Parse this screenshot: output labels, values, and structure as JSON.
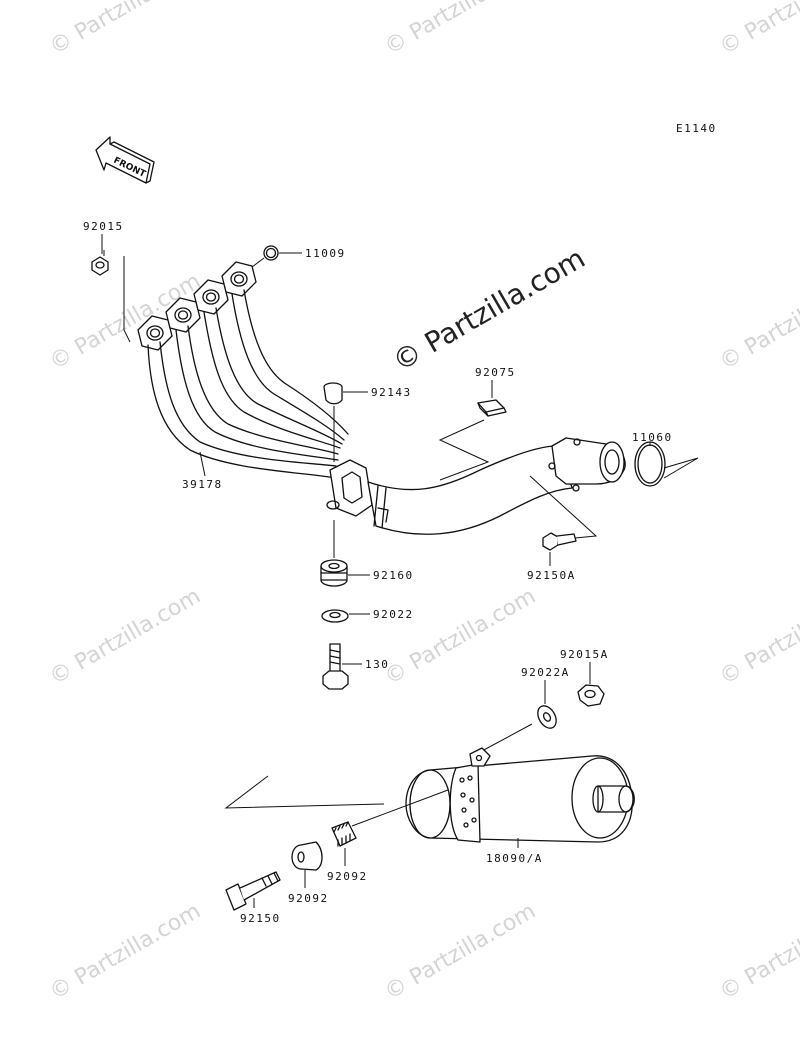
{
  "diagram_code": "E1140",
  "front_label": "FRONT",
  "watermark": "© Partzilla.com",
  "center_watermark": "© Partzilla.com",
  "parts": {
    "p92015": "92015",
    "p11009": "11009",
    "p92143": "92143",
    "p92075": "92075",
    "p11060": "11060",
    "p39178": "39178",
    "p92150A": "92150A",
    "p92160": "92160",
    "p92022": "92022",
    "p130": "130",
    "p92015A": "92015A",
    "p92022A": "92022A",
    "p18090A": "18090/A",
    "p92092a": "92092",
    "p92092b": "92092",
    "p92150": "92150"
  }
}
